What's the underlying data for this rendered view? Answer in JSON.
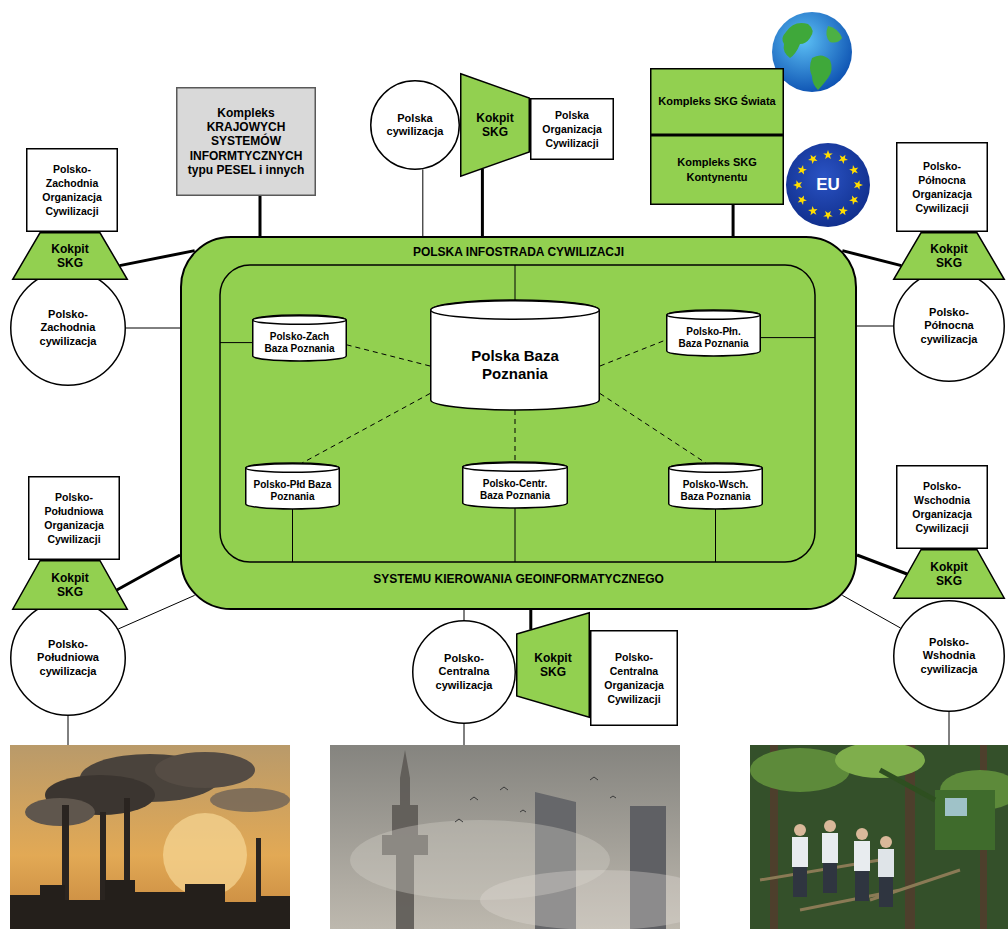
{
  "diagram": {
    "nodes": [
      {
        "text": [
          "Kompleks KRAJOWYCH SYSTEMÓW INFORMTYCZNYCH typu PESEL i innych"
        ]
      },
      {
        "text": [
          "Polska cywilizacja"
        ]
      },
      {
        "text": [
          "Kokpit SKG"
        ]
      },
      {
        "text": [
          "Polska Organizacja Cywilizacji"
        ]
      },
      {
        "text": [
          "Kompleks SKG Świata"
        ]
      },
      {
        "text": [
          "Kompleks SKG Kontynentu"
        ]
      },
      {
        "text": [
          "Polsko-Zachodnia Organizacja Cywilizacji"
        ]
      },
      {
        "text": [
          "Kokpit SKG"
        ]
      },
      {
        "text": [
          "Polsko-Zachodnia cywilizacja"
        ]
      },
      {
        "text": [
          "Polsko-Północna Organizacja Cywilizacji"
        ]
      },
      {
        "text": [
          "Kokpit SKG"
        ]
      },
      {
        "text": [
          "Polsko-Północna cywilizacja"
        ]
      },
      {
        "text": [
          "POLSKA INFOSTRADA CYWILIZACJI",
          "SYSTEMU KIEROWANIA GEOINFORMATYCZNEGO"
        ]
      },
      {
        "text": [
          "Polsko-Zach Baza Poznania"
        ],
        "in": 12
      },
      {
        "text": [
          "Polska Baza Poznania"
        ],
        "in": 12
      },
      {
        "text": [
          "Polsko-Płn. Baza Poznania"
        ],
        "in": 12
      },
      {
        "text": [
          "Polsko-Płd Baza Poznania"
        ],
        "in": 12
      },
      {
        "text": [
          "Polsko-Centr. Baza Poznania"
        ],
        "in": 12
      },
      {
        "text": [
          "Polsko-Wsch. Baza Poznania"
        ],
        "in": 12
      },
      {
        "text": [
          "Polsko-Południowa Organizacja Cywilizacji"
        ]
      },
      {
        "text": [
          "Kokpit SKG"
        ]
      },
      {
        "text": [
          "Polsko-Południowa cywilizacja"
        ]
      },
      {
        "text": [
          "Polsko-Wschodnia Organizacja Cywilizacji"
        ]
      },
      {
        "text": [
          "Kokpit SKG"
        ]
      },
      {
        "text": [
          "Polsko-Wshodnia cywilizacja"
        ]
      },
      {
        "text": [
          "Polsko-Centralna cywilizacja"
        ]
      },
      {
        "text": [
          "Kokpit SKG"
        ]
      },
      {
        "text": [
          "Polsko-Centralna Organizacja Cywilizacji"
        ]
      }
    ],
    "edges": [
      {
        "from": 0,
        "to": 12,
        "arrow": "none"
      },
      {
        "from": 1,
        "to": 12,
        "arrow": "none"
      },
      {
        "from": 2,
        "to": 12,
        "arrow": "none"
      },
      {
        "from": 5,
        "to": 12,
        "arrow": "none"
      },
      {
        "from": 7,
        "to": 12,
        "arrow": "none"
      },
      {
        "from": 8,
        "to": 12,
        "arrow": "none"
      },
      {
        "from": 10,
        "to": 12,
        "arrow": "none"
      },
      {
        "from": 11,
        "to": 12,
        "arrow": "none"
      },
      {
        "from": 14,
        "to": 13,
        "arrow": "none"
      },
      {
        "from": 14,
        "to": 15,
        "arrow": "none"
      },
      {
        "from": 14,
        "to": 16,
        "arrow": "none"
      },
      {
        "from": 14,
        "to": 17,
        "arrow": "none"
      },
      {
        "from": 14,
        "to": 18,
        "arrow": "none"
      },
      {
        "from": 20,
        "to": 12,
        "arrow": "none"
      },
      {
        "from": 21,
        "to": 12,
        "arrow": "none"
      },
      {
        "from": 23,
        "to": 12,
        "arrow": "none"
      },
      {
        "from": 24,
        "to": 12,
        "arrow": "none"
      },
      {
        "from": 25,
        "to": 12,
        "arrow": "none"
      },
      {
        "from": 26,
        "to": 12,
        "arrow": "none"
      }
    ],
    "labels": [
      "EU"
    ]
  }
}
